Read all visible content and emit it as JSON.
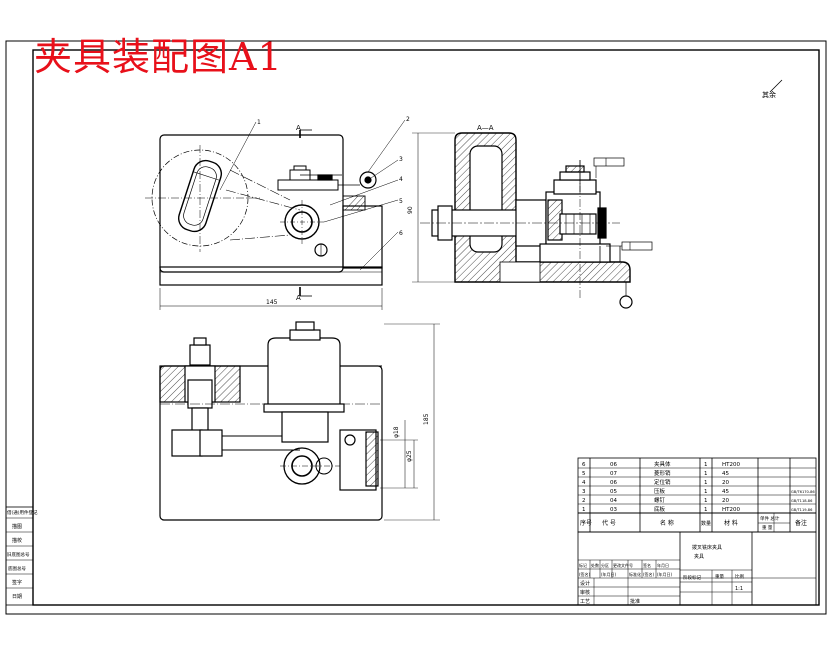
{
  "title": "夹具装配图A1",
  "top_right_note": "其余",
  "section_labels": {
    "front_top": "A",
    "front_bottom": "A",
    "side": "A—A"
  },
  "leaders": [
    "1",
    "2",
    "3",
    "4",
    "5",
    "6"
  ],
  "dims": {
    "dim_width": "145",
    "dim_height_side": "90",
    "dim_plan_height": "185",
    "dim_small_a": "φ18",
    "dim_small_b": "φ25"
  },
  "parts_list": {
    "headers": {
      "seq": "序号",
      "code": "代 号",
      "name": "名 称",
      "qty": "数量",
      "material": "材 料",
      "weight": "单件 总计",
      "weight_sub": "重 量",
      "remark": "备注"
    },
    "rows": [
      {
        "seq": "6",
        "code": "06",
        "name": "夹具体",
        "qty": "1",
        "material": "HT200",
        "remark": ""
      },
      {
        "seq": "5",
        "code": "07",
        "name": "菱形销",
        "qty": "1",
        "material": "45",
        "remark": ""
      },
      {
        "seq": "4",
        "code": "06",
        "name": "定位销",
        "qty": "1",
        "material": "20",
        "remark": ""
      },
      {
        "seq": "3",
        "code": "05",
        "name": "压板",
        "qty": "1",
        "material": "45",
        "remark": "GB/T6170-86"
      },
      {
        "seq": "2",
        "code": "04",
        "name": "螺钉",
        "qty": "1",
        "material": "20",
        "remark": "GB/T118-86"
      },
      {
        "seq": "1",
        "code": "03",
        "name": "底板",
        "qty": "1",
        "material": "HT200",
        "remark": "GB/T119-86"
      }
    ]
  },
  "title_block": {
    "drawing_name": "拨叉铣床夹具",
    "drawing_sub": "夹具",
    "row_labels": [
      "标记",
      "处数",
      "分区",
      "更改文件号",
      "签名",
      "年月日"
    ],
    "row_labels2": [
      "(签名)",
      "(年月日)",
      "标准化",
      "(签名)",
      "(年月日)"
    ],
    "stage_label": "阶段标记",
    "weight_label": "重量",
    "scale_label": "比例",
    "scale_value": "1:1",
    "design": "设计",
    "review": "审核",
    "process": "工艺",
    "approve": "批准"
  },
  "left_block": {
    "header": "借(通)用件登记",
    "rows": [
      "描图",
      "描校",
      "旧底图总号",
      "底图总号",
      "签字",
      "日期"
    ]
  }
}
